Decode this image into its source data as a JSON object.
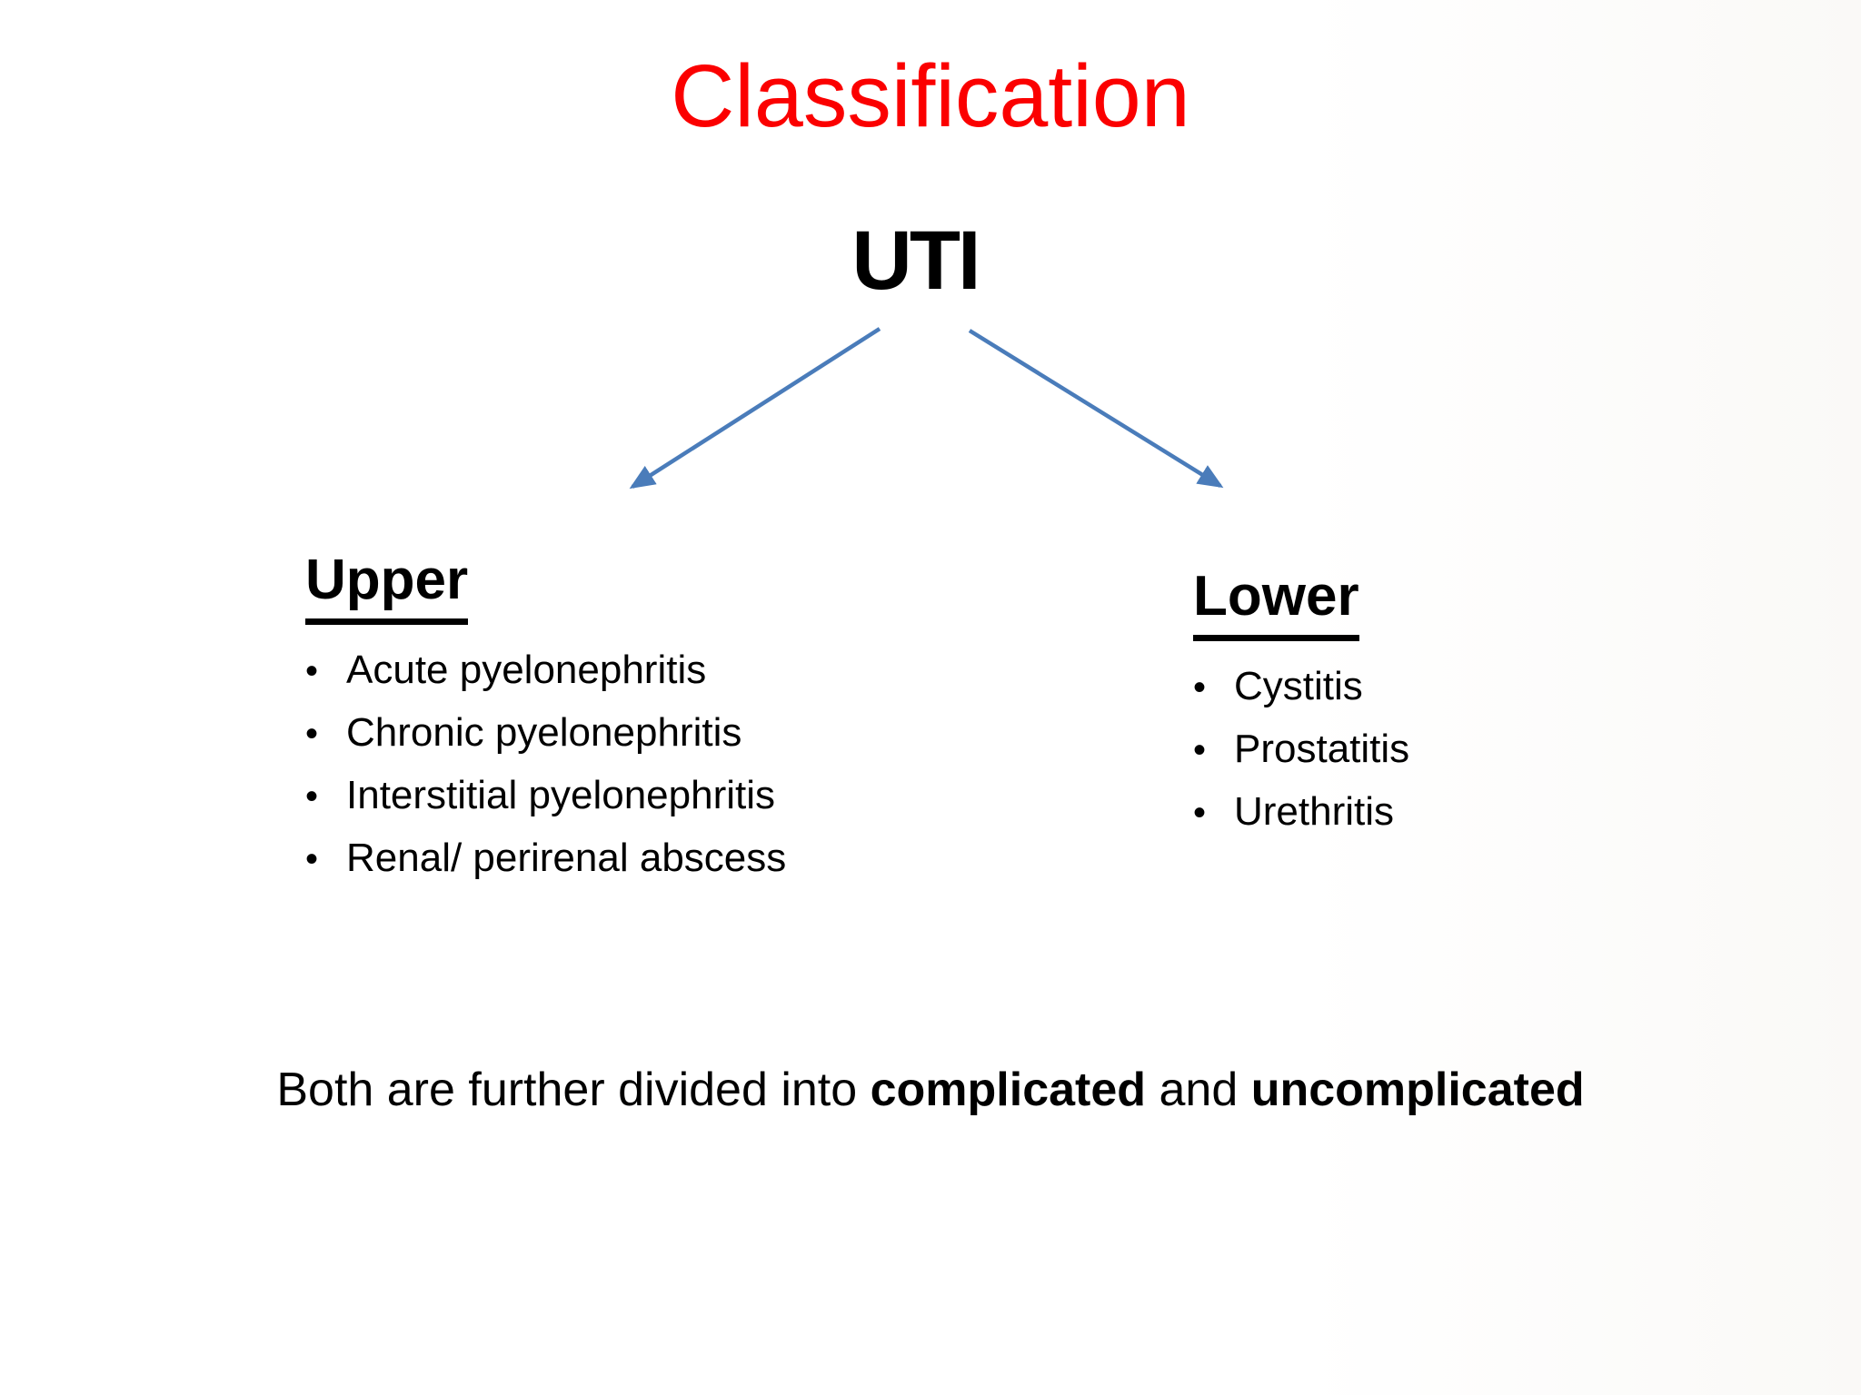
{
  "slide": {
    "title": "Classification",
    "root_label": "UTI",
    "bullet_char": "•",
    "colors": {
      "title_red": "#fb0000",
      "arrow_blue": "#4a7cba",
      "text_black": "#000000"
    },
    "branches": [
      {
        "heading": "Upper",
        "items": [
          "Acute pyelonephritis",
          "Chronic pyelonephritis",
          "Interstitial pyelonephritis",
          "Renal/ perirenal abscess"
        ]
      },
      {
        "heading": "Lower",
        "items": [
          "Cystitis",
          "Prostatitis",
          "Urethritis"
        ]
      }
    ],
    "footer": {
      "prefix": "Both are further divided into ",
      "bold1": "complicated",
      "middle": " and ",
      "bold2": "uncomplicated"
    }
  }
}
